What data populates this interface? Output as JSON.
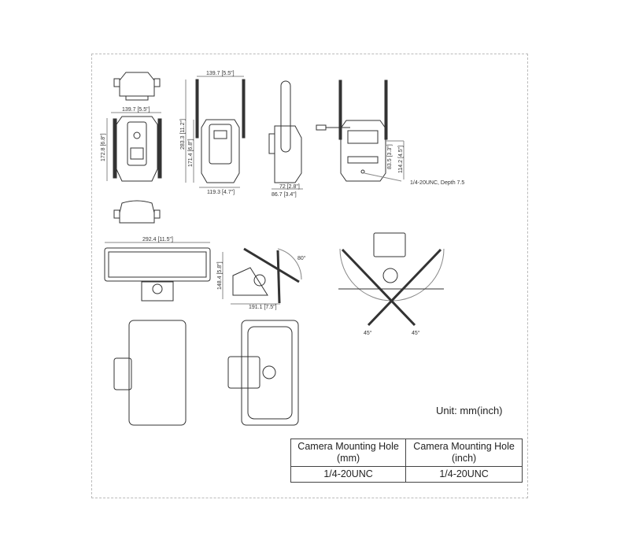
{
  "dimensions": {
    "front_width": "139.7 [5.5\"]",
    "front_height": "172.8 [6.8\"]",
    "antenna_width": "139.7 [5.5\"]",
    "total_height": "283.3 [11.2\"]",
    "body_height": "171.4 [6.8\"]",
    "body_width": "119.3 [4.7\"]",
    "side_depth_inner": "72 [2.8\"]",
    "side_depth_outer": "86.7 [3.4\"]",
    "hole_height_1": "83.5 [3.3\"]",
    "hole_height_2": "114.2 [4.5\"]",
    "hole_note": "1/4-20UNC,  Depth 7.5",
    "panel_width": "292.4 [11.5\"]",
    "panel_height": "148.4 [5.8\"]",
    "panel_depth": "191.1 [7.5\"]",
    "tilt_angle": "80°",
    "pan_left": "45°",
    "pan_right": "45°"
  },
  "unit_label": "Unit: mm(inch)",
  "table": {
    "headers": [
      "Camera Mounting Hole (mm)",
      "Camera Mounting Hole (inch)"
    ],
    "rows": [
      [
        "1/4-20UNC",
        "1/4-20UNC"
      ]
    ]
  }
}
